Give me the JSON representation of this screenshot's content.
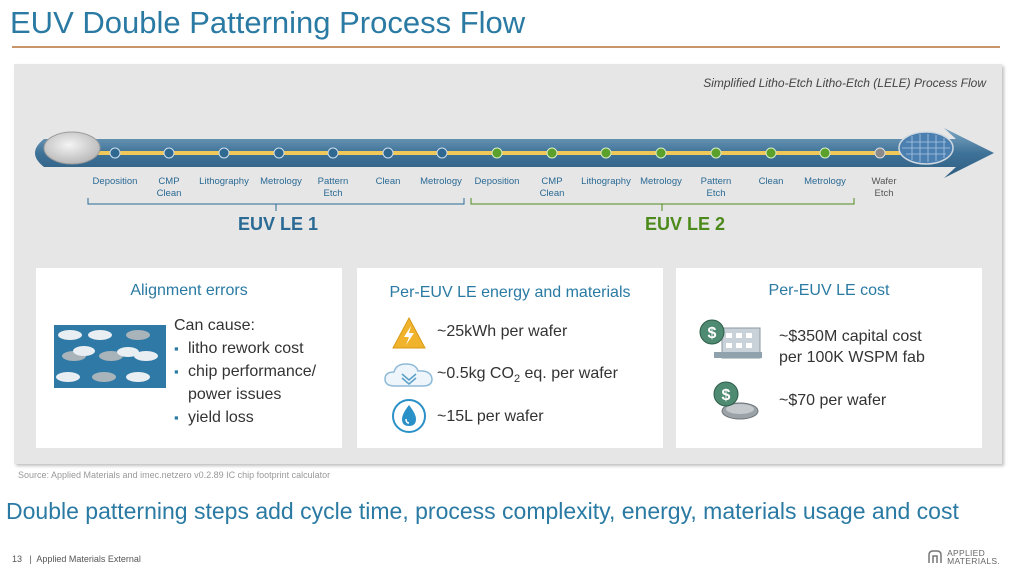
{
  "slide": {
    "title": "EUV Double Patterning Process Flow",
    "flow_caption": "Simplified Litho-Etch Litho-Etch (LELE) Process Flow",
    "le1": {
      "label": "EUV LE 1",
      "steps": [
        "Deposition",
        "CMP\nClean",
        "Lithography",
        "Metrology",
        "Pattern\nEtch",
        "Clean",
        "Metrology"
      ]
    },
    "le2": {
      "label": "EUV LE 2",
      "steps": [
        "Deposition",
        "CMP\nClean",
        "Lithography",
        "Metrology",
        "Pattern\nEtch",
        "Clean",
        "Metrology"
      ]
    },
    "final_step": "Wafer\nEtch",
    "cards": {
      "alignment": {
        "title": "Alignment errors",
        "intro": "Can cause:",
        "bullets": [
          {
            "first": "litho rework cost",
            "cont": ""
          },
          {
            "first": "chip performance/",
            "cont": "power issues"
          },
          {
            "first": "yield loss",
            "cont": ""
          }
        ]
      },
      "energy": {
        "title": "Per-EUV LE energy and materials",
        "electricity": "~25kWh per wafer",
        "co2_prefix": "~0.5kg CO",
        "co2_sub": "2",
        "co2_suffix": " eq. per wafer",
        "water": "~15L per wafer",
        "icons": [
          "electricity-icon",
          "cloud-icon",
          "water-drop-icon"
        ]
      },
      "cost": {
        "title": "Per-EUV LE cost",
        "capital_line1": "~$350M capital cost",
        "capital_line2": "per 100K WSPM fab",
        "per_wafer": "~$70 per wafer",
        "icons": [
          "fab-cost-icon",
          "wafer-cost-icon"
        ]
      }
    },
    "source": "Source: Applied Materials and imec.netzero v0.2.89 IC chip footprint calculator",
    "bottom_message": "Double patterning steps add cycle time, process complexity, energy, materials usage and cost",
    "footer": "13   |  Applied Materials External",
    "logo_text": [
      "APPLIED",
      "MATERIALS."
    ]
  },
  "colors": {
    "blue": "#2a7aa3",
    "green": "#4d8a1c",
    "orange_rule": "#c8956a",
    "arrow": "#4f7fa0",
    "line": "#f0c85a"
  }
}
